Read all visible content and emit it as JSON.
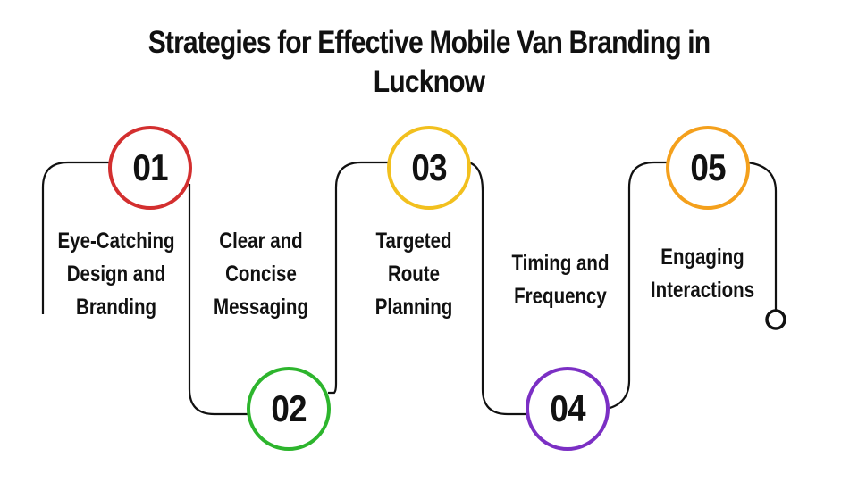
{
  "title": "Strategies for Effective Mobile Van Branding in Lucknow",
  "title_lines": [
    "Strategies for Effective Mobile Van Branding in",
    "Lucknow"
  ],
  "steps": [
    {
      "number": "01",
      "label_lines": [
        "Eye-Catching",
        "Design and",
        "Branding"
      ],
      "color": "#d32f2f",
      "position": "top"
    },
    {
      "number": "02",
      "label_lines": [
        "Clear and",
        "Concise",
        "Messaging"
      ],
      "color": "#2db52d",
      "position": "bottom"
    },
    {
      "number": "03",
      "label_lines": [
        "Targeted",
        "Route",
        "Planning"
      ],
      "color": "#f2c01e",
      "position": "top"
    },
    {
      "number": "04",
      "label_lines": [
        "Timing and",
        "Frequency"
      ],
      "color": "#7b2fc4",
      "position": "bottom"
    },
    {
      "number": "05",
      "label_lines": [
        "Engaging",
        "Interactions"
      ],
      "color": "#f4a01c",
      "position": "top"
    }
  ],
  "colors": {
    "line": "#111111",
    "background": "#ffffff"
  }
}
